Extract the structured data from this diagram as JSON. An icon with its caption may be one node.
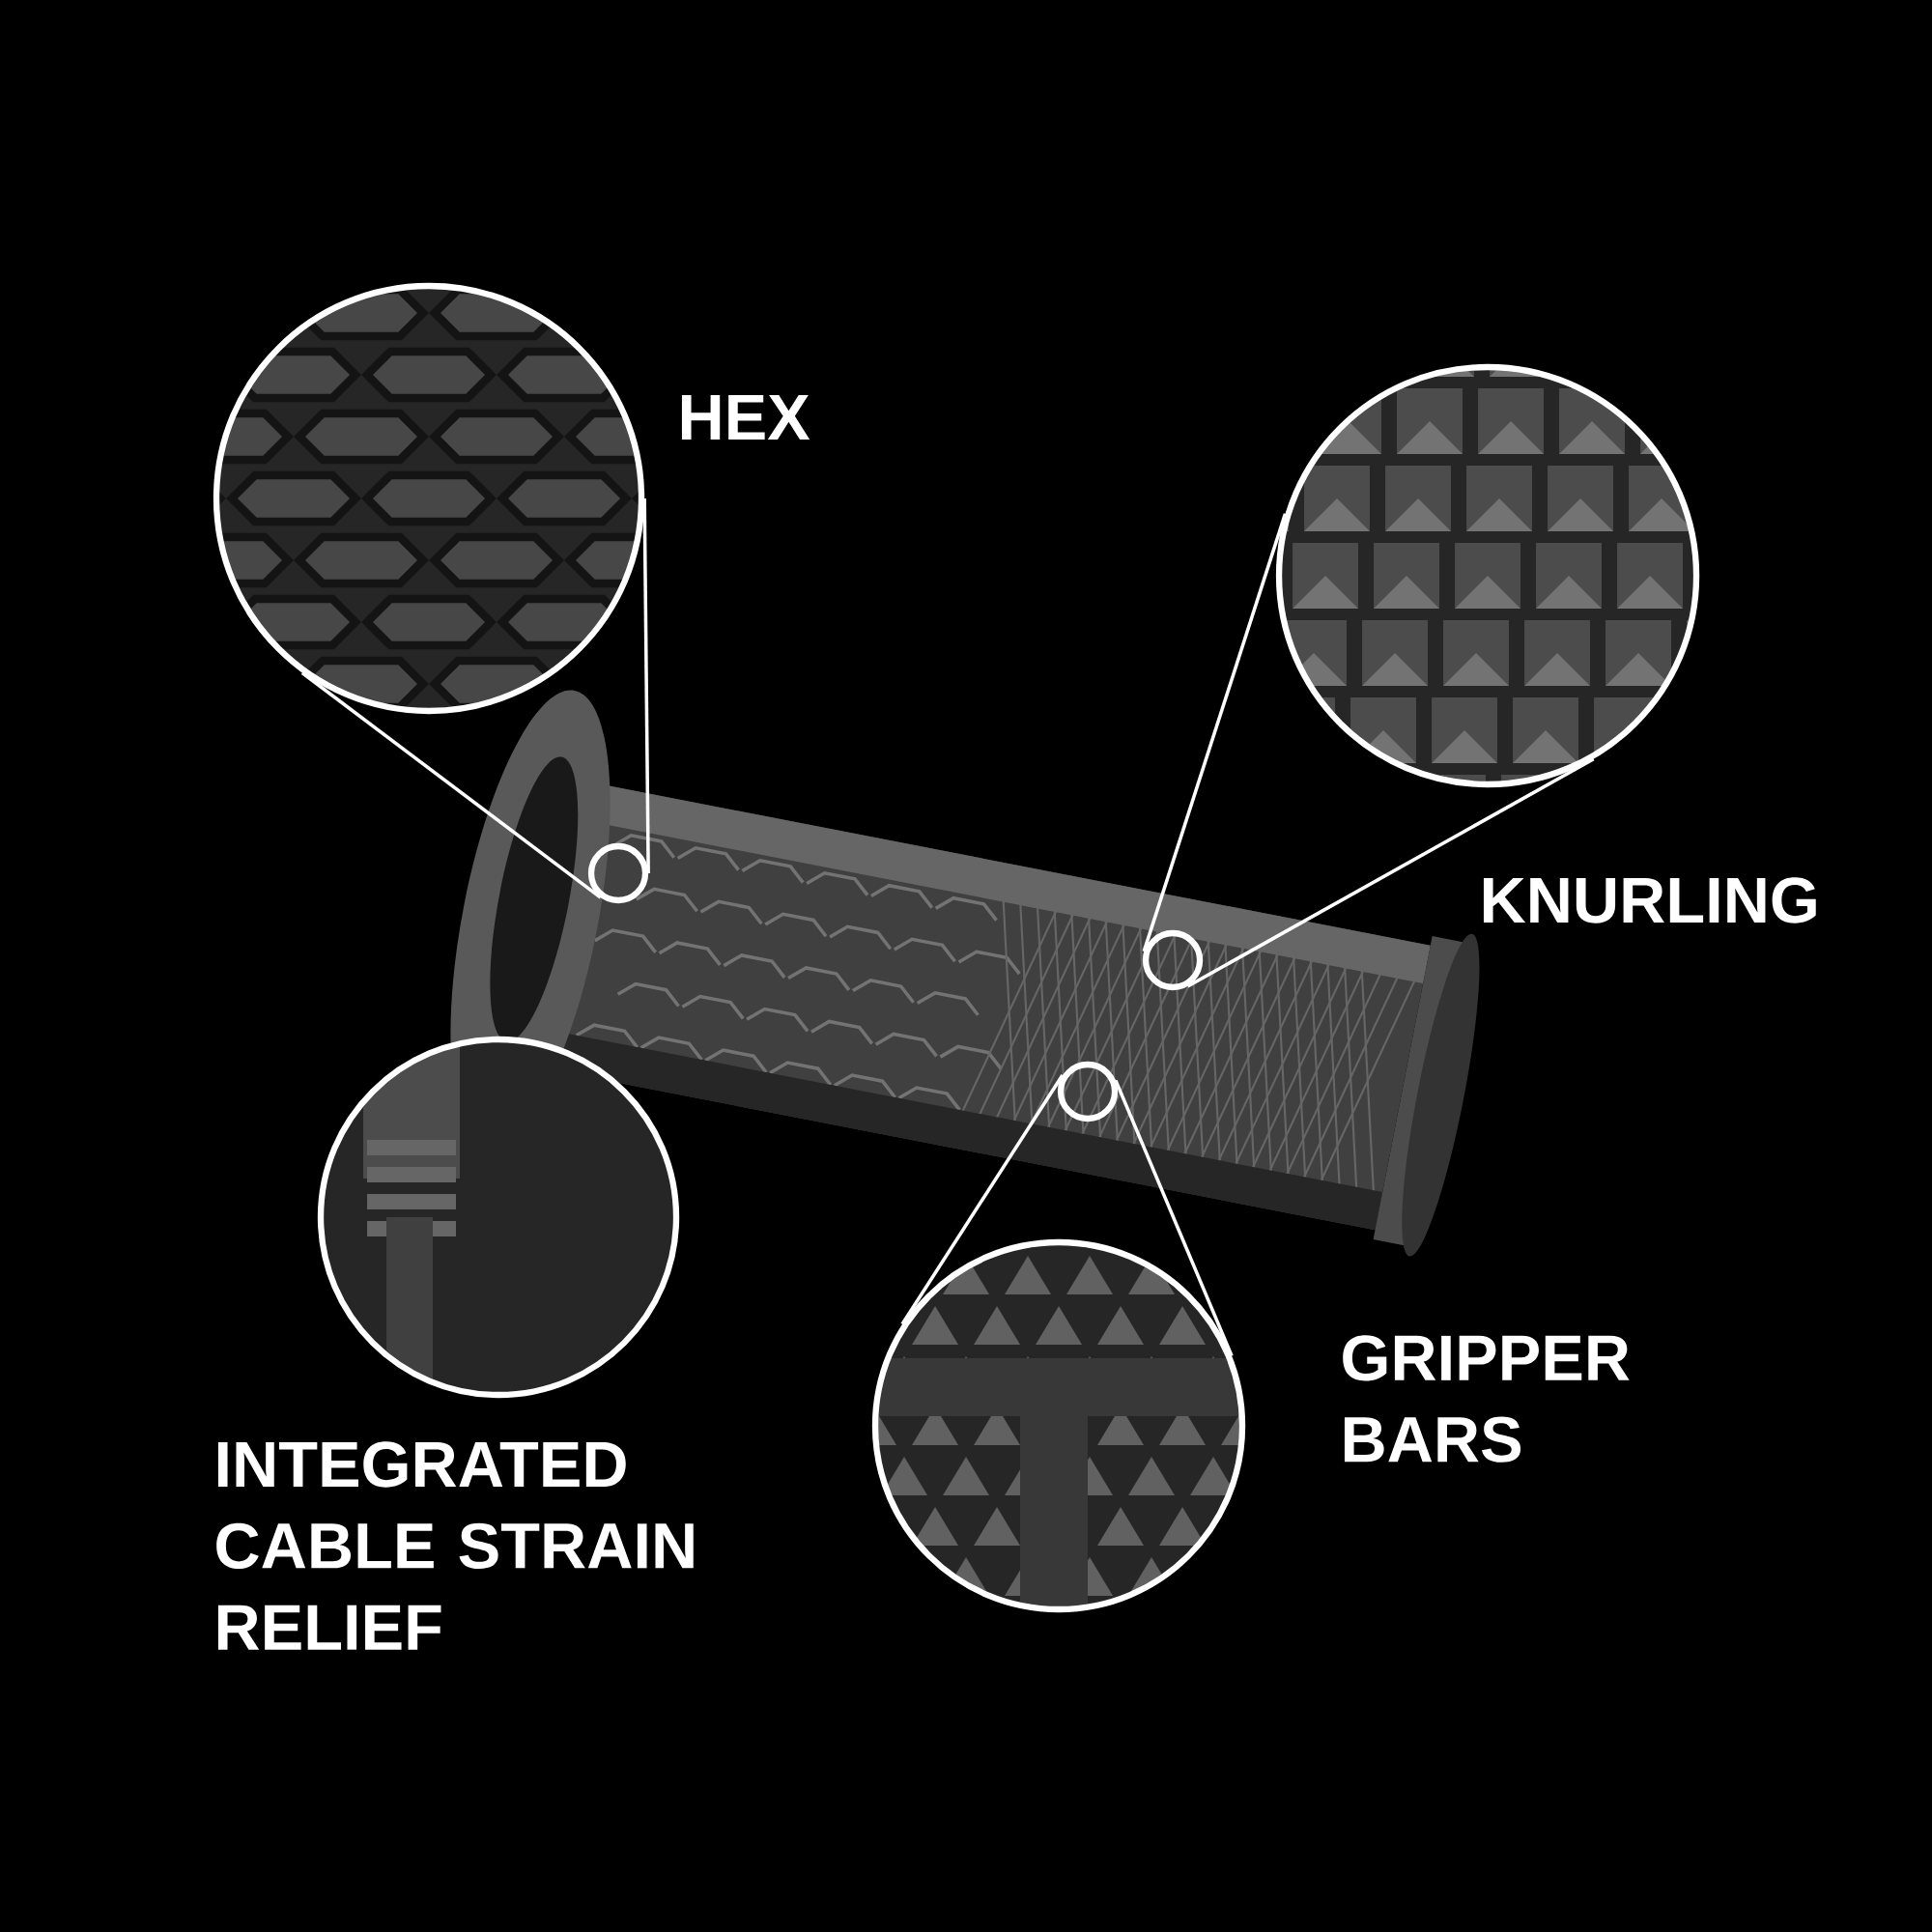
{
  "diagram": {
    "nodes": [
      {
        "text": [
          "HEX"
        ]
      },
      {
        "text": [
          "KNURLING"
        ]
      },
      {
        "text": [],
        "shape": "circle"
      },
      {
        "text": [],
        "shape": "circle"
      },
      {
        "text": [],
        "shape": "circle"
      },
      {
        "text": [
          "INTEGRATED CABLE STRAIN RELIEF"
        ]
      },
      {
        "text": [
          "GRIPPER BARS"
        ]
      }
    ],
    "edges": [
      {
        "from": 0,
        "to": 2,
        "arrow": "none"
      },
      {
        "from": 0,
        "to": 2,
        "arrow": "none"
      },
      {
        "from": 1,
        "to": 3,
        "arrow": "none"
      },
      {
        "from": 1,
        "to": 3,
        "arrow": "none"
      },
      {
        "from": 6,
        "to": 4,
        "arrow": "none"
      },
      {
        "from": 6,
        "to": 4,
        "arrow": "none"
      }
    ]
  }
}
